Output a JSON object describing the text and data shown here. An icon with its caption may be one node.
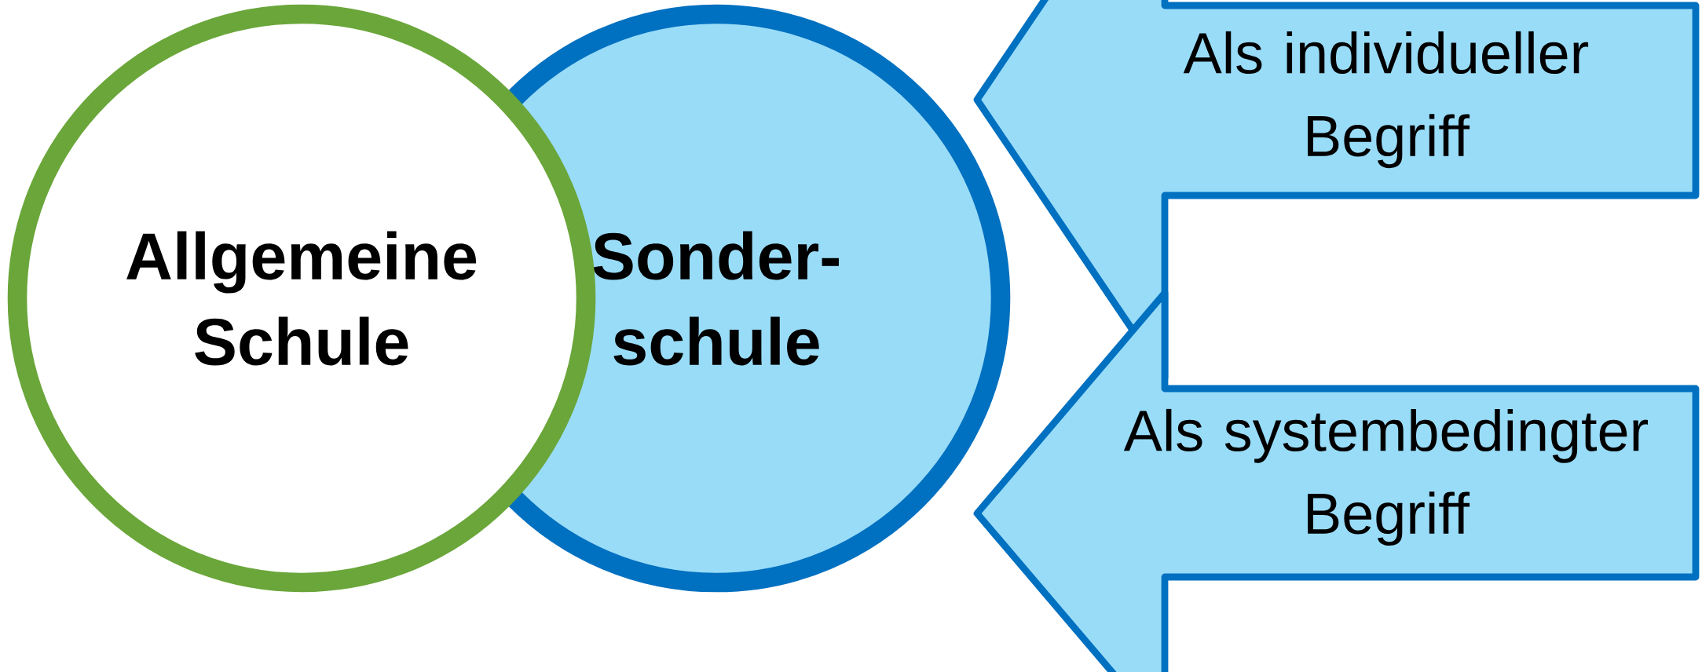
{
  "diagram": {
    "nodes": [
      {
        "text": [
          "Allgemeine Schule"
        ]
      },
      {
        "text": [
          "Sonder-schule"
        ]
      },
      {
        "text": [
          "Als individueller Begriff"
        ]
      },
      {
        "text": [
          "Als systembedingter Begriff"
        ]
      }
    ]
  }
}
